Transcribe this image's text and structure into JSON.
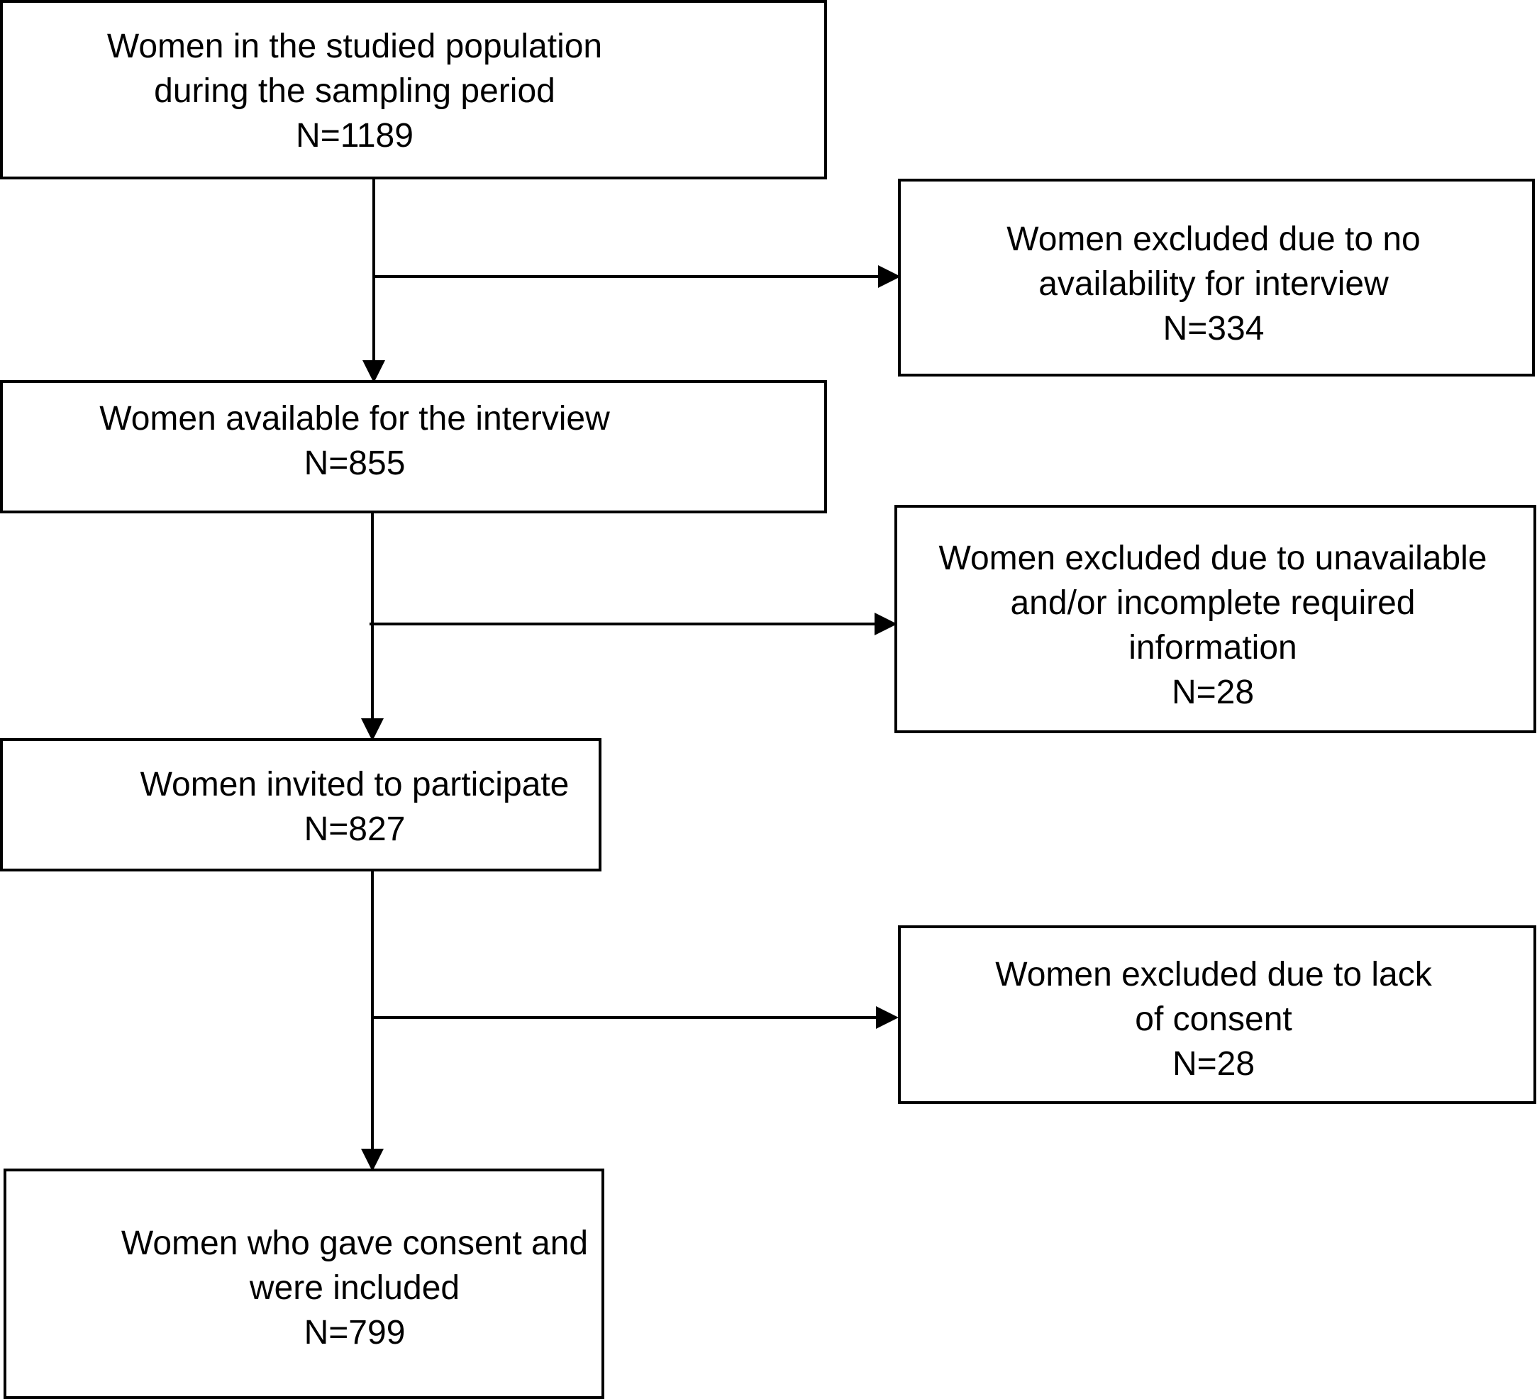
{
  "flowchart": {
    "boxes": {
      "population": {
        "lines": [
          "Women in the studied population",
          "during the sampling period",
          "N=1189"
        ]
      },
      "excluded_availability": {
        "lines": [
          "Women excluded due to no",
          "availability for interview",
          "N=334"
        ]
      },
      "available": {
        "lines": [
          "Women available for the interview",
          "N=855"
        ]
      },
      "excluded_information": {
        "lines": [
          "Women excluded due to unavailable",
          "and/or incomplete required",
          "information",
          "N=28"
        ]
      },
      "invited": {
        "lines": [
          "Women invited to participate",
          "N=827"
        ]
      },
      "excluded_consent": {
        "lines": [
          "Women excluded due to lack",
          "of consent",
          "N=28"
        ]
      },
      "included": {
        "lines": [
          "Women who gave consent and",
          "were included",
          "N=799"
        ]
      }
    }
  }
}
